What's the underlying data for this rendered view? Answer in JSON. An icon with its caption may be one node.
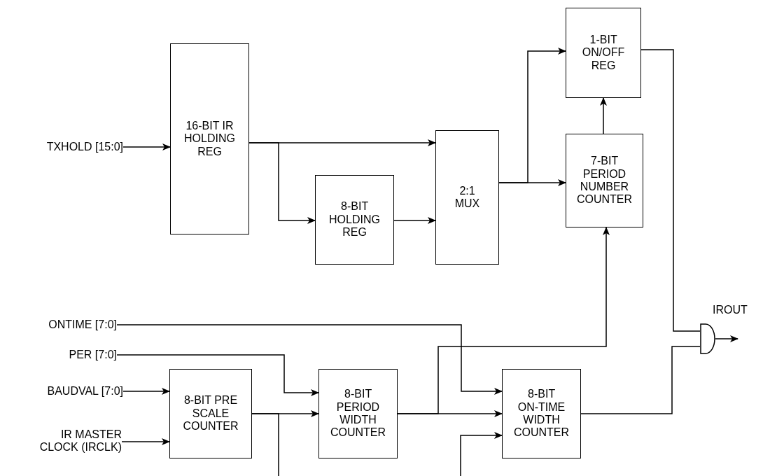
{
  "diagram": {
    "nodes": [
      {
        "text": [
          "TXHOLD [15:0]"
        ]
      },
      {
        "text": [
          "16-BIT IR HOLDING REG"
        ]
      },
      {
        "text": [
          "8-BIT HOLDING REG"
        ]
      },
      {
        "text": [
          "2:1 MUX"
        ]
      },
      {
        "text": [
          "1-BIT ON/OFF REG"
        ]
      },
      {
        "text": [
          "7-BIT PERIOD NUMBER COUNTER"
        ]
      },
      {
        "text": [
          "ONTIME [7:0]"
        ]
      },
      {
        "text": [
          "PER [7:0]"
        ]
      },
      {
        "text": [
          "BAUDVAL [7:0]"
        ]
      },
      {
        "text": [
          "IR MASTER CLOCK (IRCLK)"
        ]
      },
      {
        "text": [
          "8-BIT PRE SCALE COUNTER"
        ]
      },
      {
        "text": [
          "8-BIT PERIOD WIDTH COUNTER"
        ]
      },
      {
        "text": [
          "8-BIT ON-TIME WIDTH COUNTER"
        ]
      },
      {
        "text": [],
        "shape": "gate"
      }
    ],
    "edges": [
      {
        "from": 0,
        "to": 1,
        "arrow": "to"
      },
      {
        "from": 1,
        "to": 3,
        "arrow": "to"
      },
      {
        "from": 1,
        "to": 2,
        "arrow": "to"
      },
      {
        "from": 2,
        "to": 3,
        "arrow": "to"
      },
      {
        "from": 3,
        "to": 5,
        "arrow": "to"
      },
      {
        "from": 3,
        "to": 4,
        "arrow": "to"
      },
      {
        "from": 5,
        "to": 4,
        "arrow": "to"
      },
      {
        "from": 4,
        "to": 13,
        "arrow": "none"
      },
      {
        "from": 6,
        "to": 12,
        "arrow": "to"
      },
      {
        "from": 7,
        "to": 11,
        "arrow": "to"
      },
      {
        "from": 8,
        "to": 10,
        "arrow": "to"
      },
      {
        "from": 9,
        "to": 10,
        "arrow": "to"
      },
      {
        "from": 10,
        "to": 11,
        "arrow": "to"
      },
      {
        "from": 10,
        "to": null,
        "arrow": "none"
      },
      {
        "from": null,
        "to": 12,
        "arrow": "to"
      },
      {
        "from": 11,
        "to": 12,
        "arrow": "to"
      },
      {
        "from": 11,
        "to": 5,
        "arrow": "to"
      },
      {
        "from": 12,
        "to": 13,
        "arrow": "none"
      },
      {
        "from": 13,
        "to": null,
        "arrow": "to"
      }
    ],
    "labels": [
      "IROUT"
    ]
  }
}
